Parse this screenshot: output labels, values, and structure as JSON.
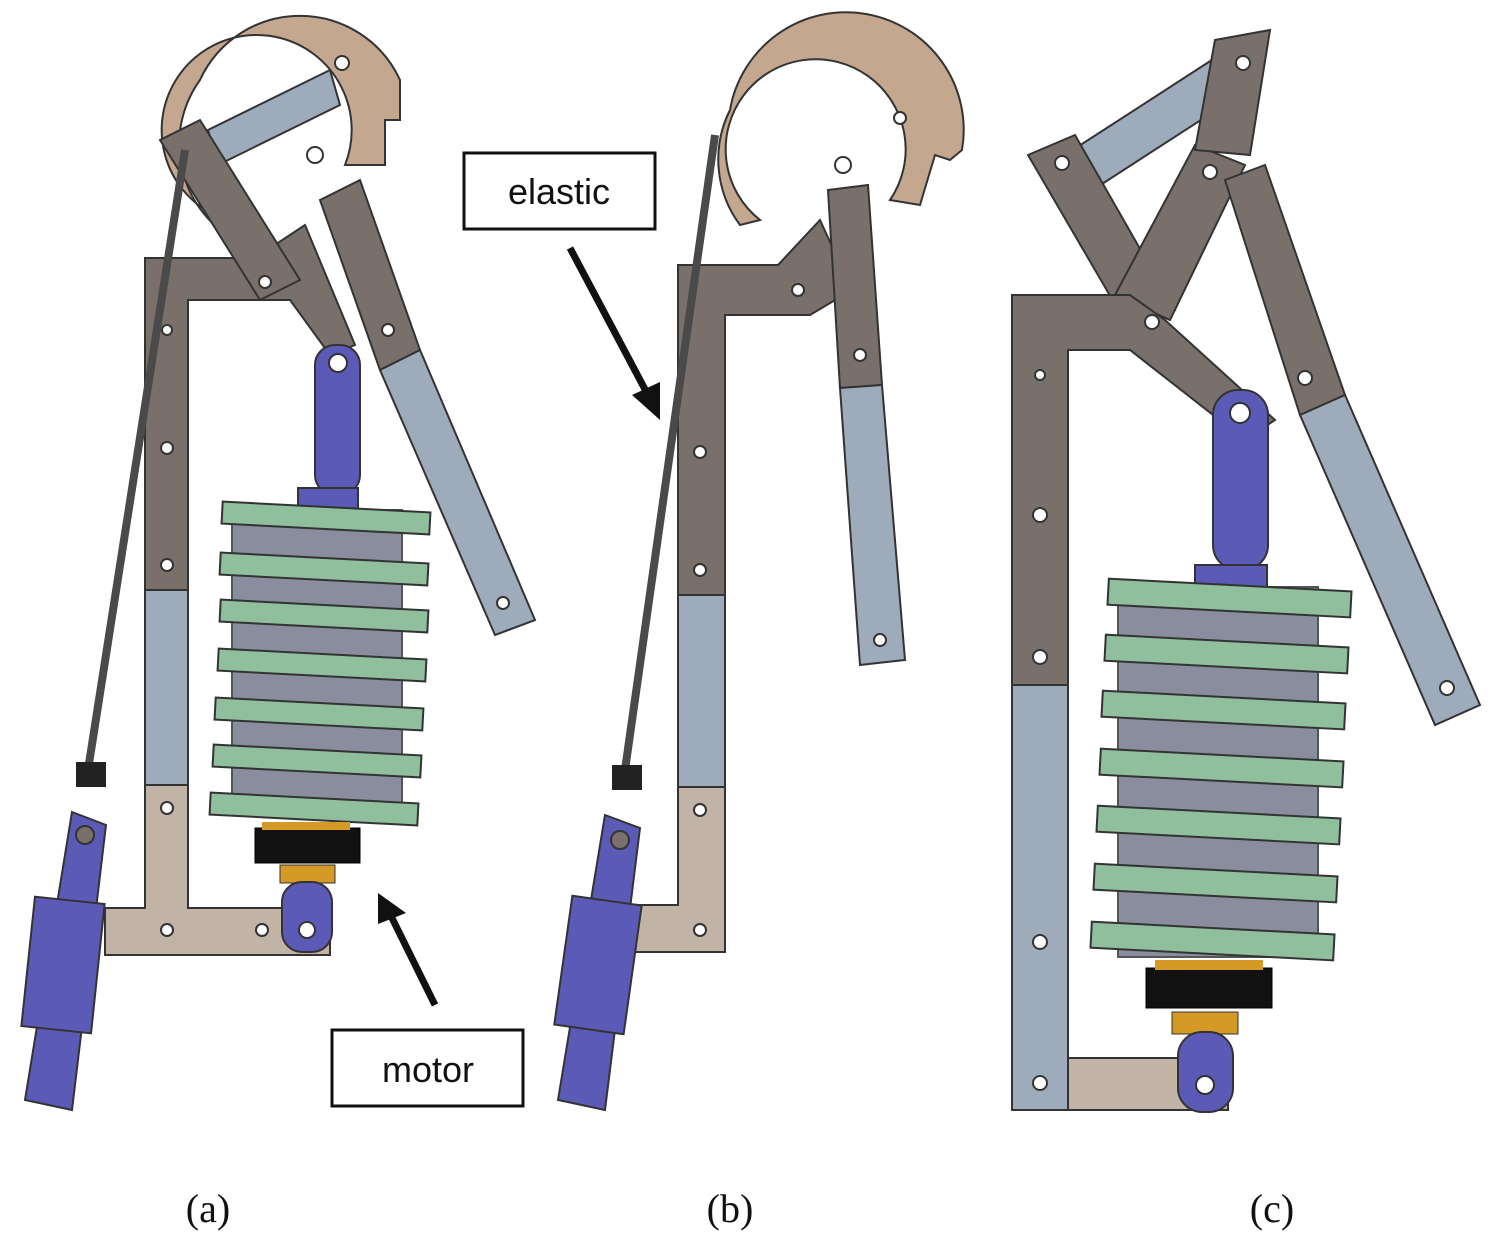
{
  "callouts": {
    "elastic": "elastic",
    "motor": "motor"
  },
  "panels": [
    {
      "id": "a",
      "label": "(a)"
    },
    {
      "id": "b",
      "label": "(b)"
    },
    {
      "id": "c",
      "label": "(c)"
    }
  ],
  "colors": {
    "frame_dark": "#7a706b",
    "frame_blue": "#9eabba",
    "frame_tan": "#c2b3a7",
    "cam_tan": "#c3a78f",
    "actuator_blue": "#5b5bb7",
    "spring_green": "#8fbf9d",
    "spring_gray": "#8a8d9e",
    "elastic_cord": "#4a4a4a",
    "motor_black": "#111111",
    "motor_gold": "#d59a25"
  }
}
